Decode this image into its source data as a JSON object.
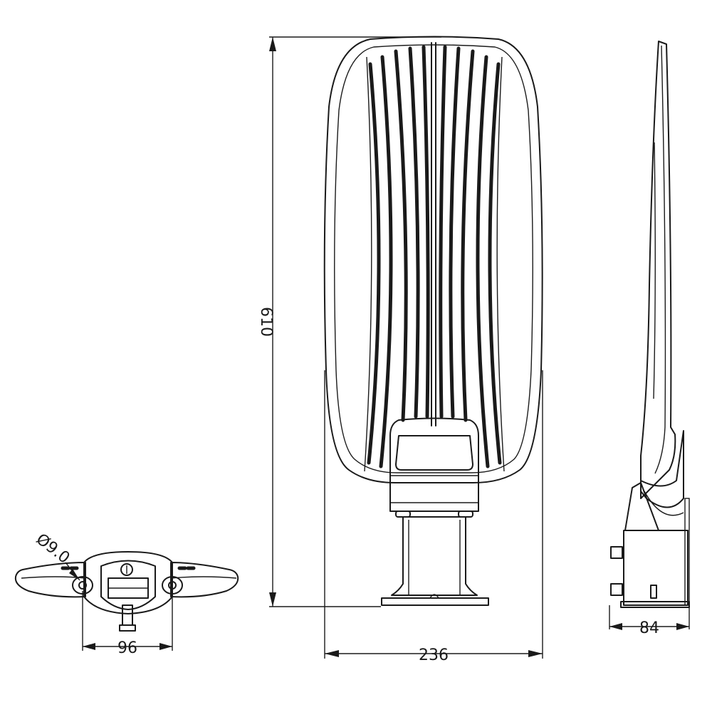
{
  "dimensions": {
    "height_label": "610",
    "width_label": "236",
    "depth_label": "84",
    "mount_label": "96",
    "bolt_label": "Ø9.0"
  }
}
